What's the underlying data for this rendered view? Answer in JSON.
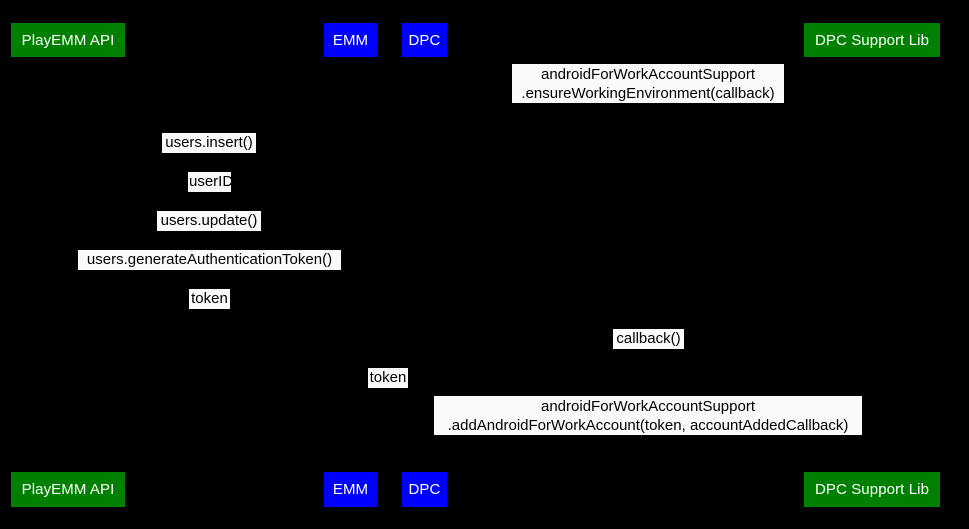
{
  "diagram": {
    "type": "sequence-diagram",
    "background_color": "#000000",
    "participant_colors": {
      "api": "#008000",
      "component": "#0000ff",
      "library": "#008000"
    },
    "label_background_color": "#fafafa",
    "label_text_color": "#000000",
    "participant_text_color": "#ffffff"
  },
  "participants": [
    {
      "id": "playemm-api",
      "label": "PlayEMM API",
      "color": "green"
    },
    {
      "id": "emm",
      "label": "EMM",
      "color": "blue"
    },
    {
      "id": "dpc",
      "label": "DPC",
      "color": "blue"
    },
    {
      "id": "dpc-support-lib",
      "label": "DPC Support Lib",
      "color": "green"
    }
  ],
  "messages": [
    {
      "index": 1,
      "from": "dpc",
      "to": "dpc-support-lib",
      "line1": "androidForWorkAccountSupport",
      "line2": ".ensureWorkingEnvironment(callback)"
    },
    {
      "index": 2,
      "from": "emm",
      "to": "playemm-api",
      "line1": "users.insert()",
      "line2": ""
    },
    {
      "index": 3,
      "from": "playemm-api",
      "to": "emm",
      "line1": "userID",
      "line2": ""
    },
    {
      "index": 4,
      "from": "emm",
      "to": "playemm-api",
      "line1": "users.update()",
      "line2": ""
    },
    {
      "index": 5,
      "from": "emm",
      "to": "playemm-api",
      "line1": "users.generateAuthenticationToken()",
      "line2": ""
    },
    {
      "index": 6,
      "from": "playemm-api",
      "to": "emm",
      "line1": "token",
      "line2": ""
    },
    {
      "index": 7,
      "from": "dpc-support-lib",
      "to": "dpc",
      "line1": "callback()",
      "line2": ""
    },
    {
      "index": 8,
      "from": "emm",
      "to": "dpc",
      "line1": "token",
      "line2": ""
    },
    {
      "index": 9,
      "from": "dpc",
      "to": "dpc-support-lib",
      "line1": "androidForWorkAccountSupport",
      "line2": ".addAndroidForWorkAccount(token, accountAddedCallback)"
    }
  ]
}
